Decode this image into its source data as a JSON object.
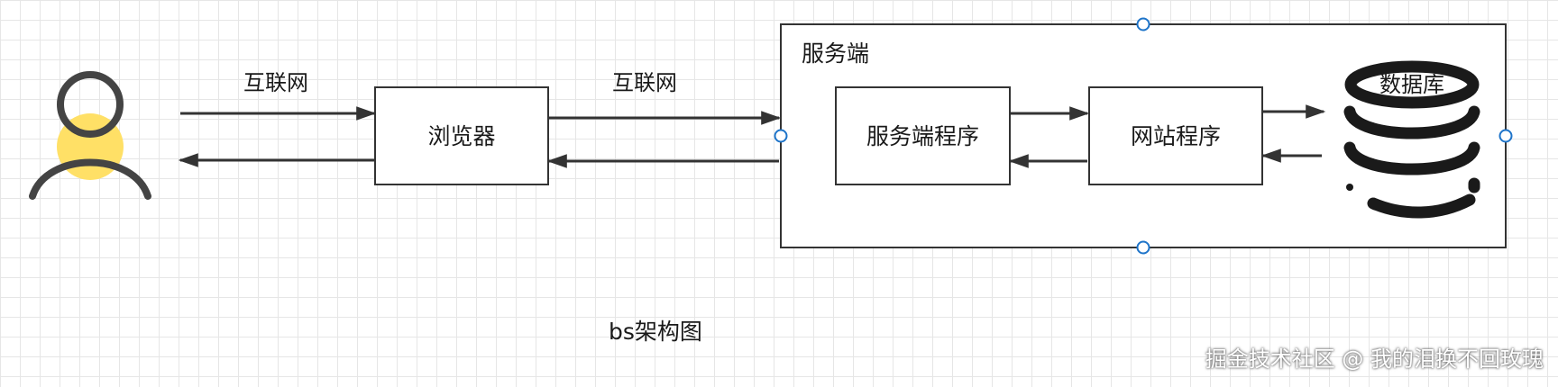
{
  "labels": {
    "internet_left": "互联网",
    "internet_right": "互联网",
    "browser": "浏览器",
    "server_title": "服务端",
    "server_program": "服务端程序",
    "website_program": "网站程序",
    "database": "数据库",
    "caption": "bs架构图"
  },
  "watermark": "掘金技术社区 @ 我的泪换不回玫瑰",
  "colors": {
    "user_head_fill": "#FFE066",
    "stroke": "#333333",
    "handle": "#1E74C9"
  },
  "icons": {
    "user": "user-icon",
    "database": "database-icon"
  }
}
